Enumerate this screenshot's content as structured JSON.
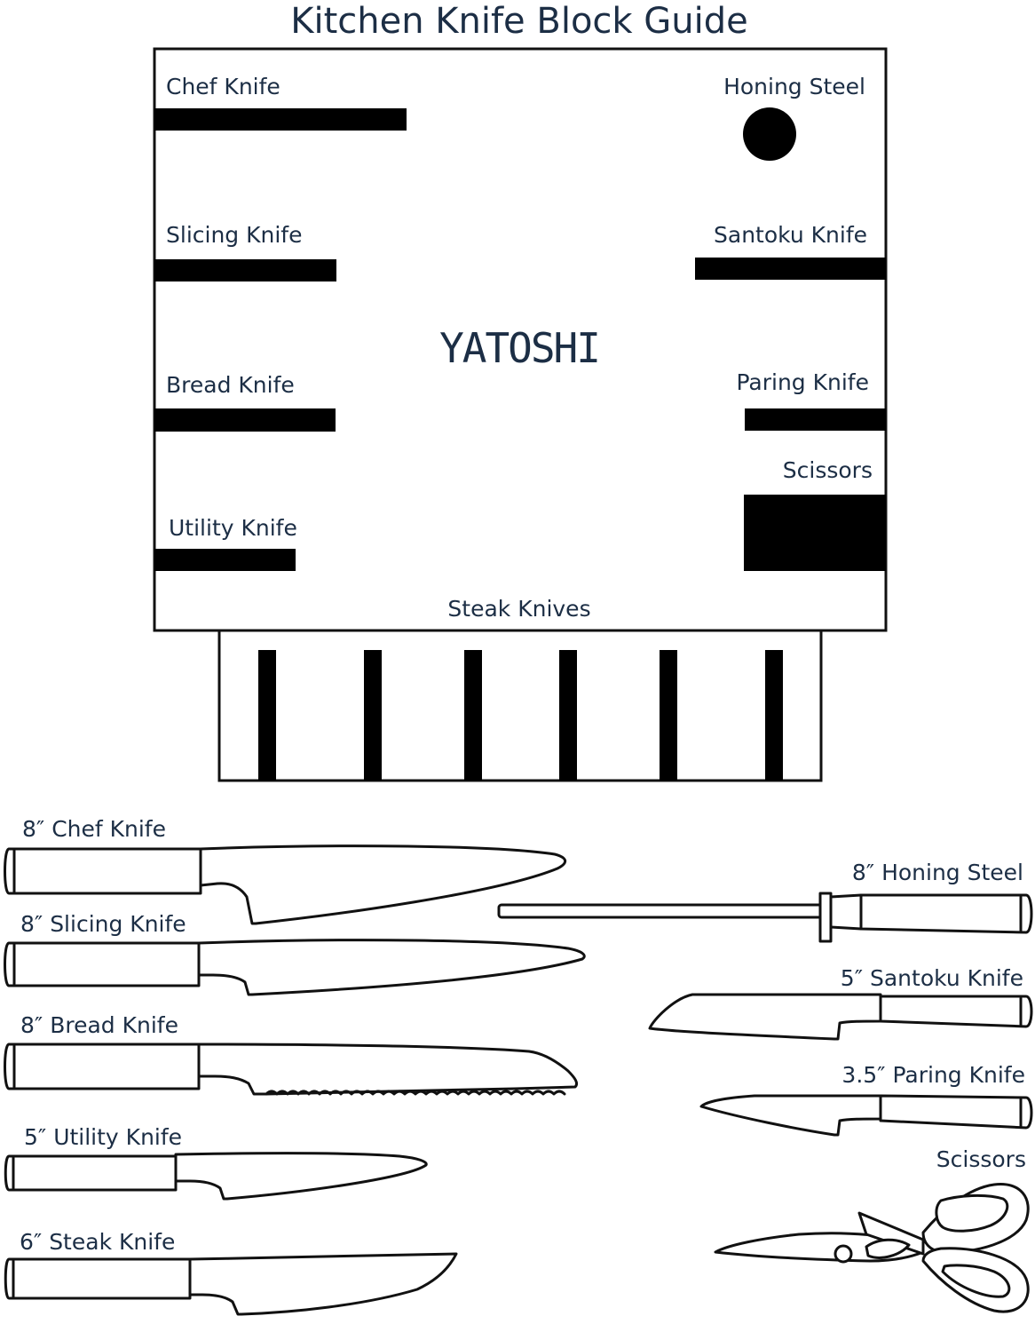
{
  "title": "Kitchen Knife Block Guide",
  "brand": "YATOSHI",
  "block_slots": {
    "chef": "Chef Knife",
    "honing": "Honing Steel",
    "slicing": "Slicing Knife",
    "santoku": "Santoku Knife",
    "bread": "Bread Knife",
    "paring": "Paring Knife",
    "scissors": "Scissors",
    "utility": "Utility Knife",
    "steak": "Steak Knives"
  },
  "tools": {
    "chef": "8″ Chef Knife",
    "slicing": "8″ Slicing Knife",
    "bread": "8″ Bread Knife",
    "utility": "5″ Utility Knife",
    "steak": "6″ Steak Knife",
    "honing": "8″ Honing Steel",
    "santoku": "5″ Santoku Knife",
    "paring": "3.5″ Paring Knife",
    "scissors": "Scissors"
  },
  "colors": {
    "text": "#1c2e45",
    "ink": "#111111",
    "background": "#ffffff"
  }
}
